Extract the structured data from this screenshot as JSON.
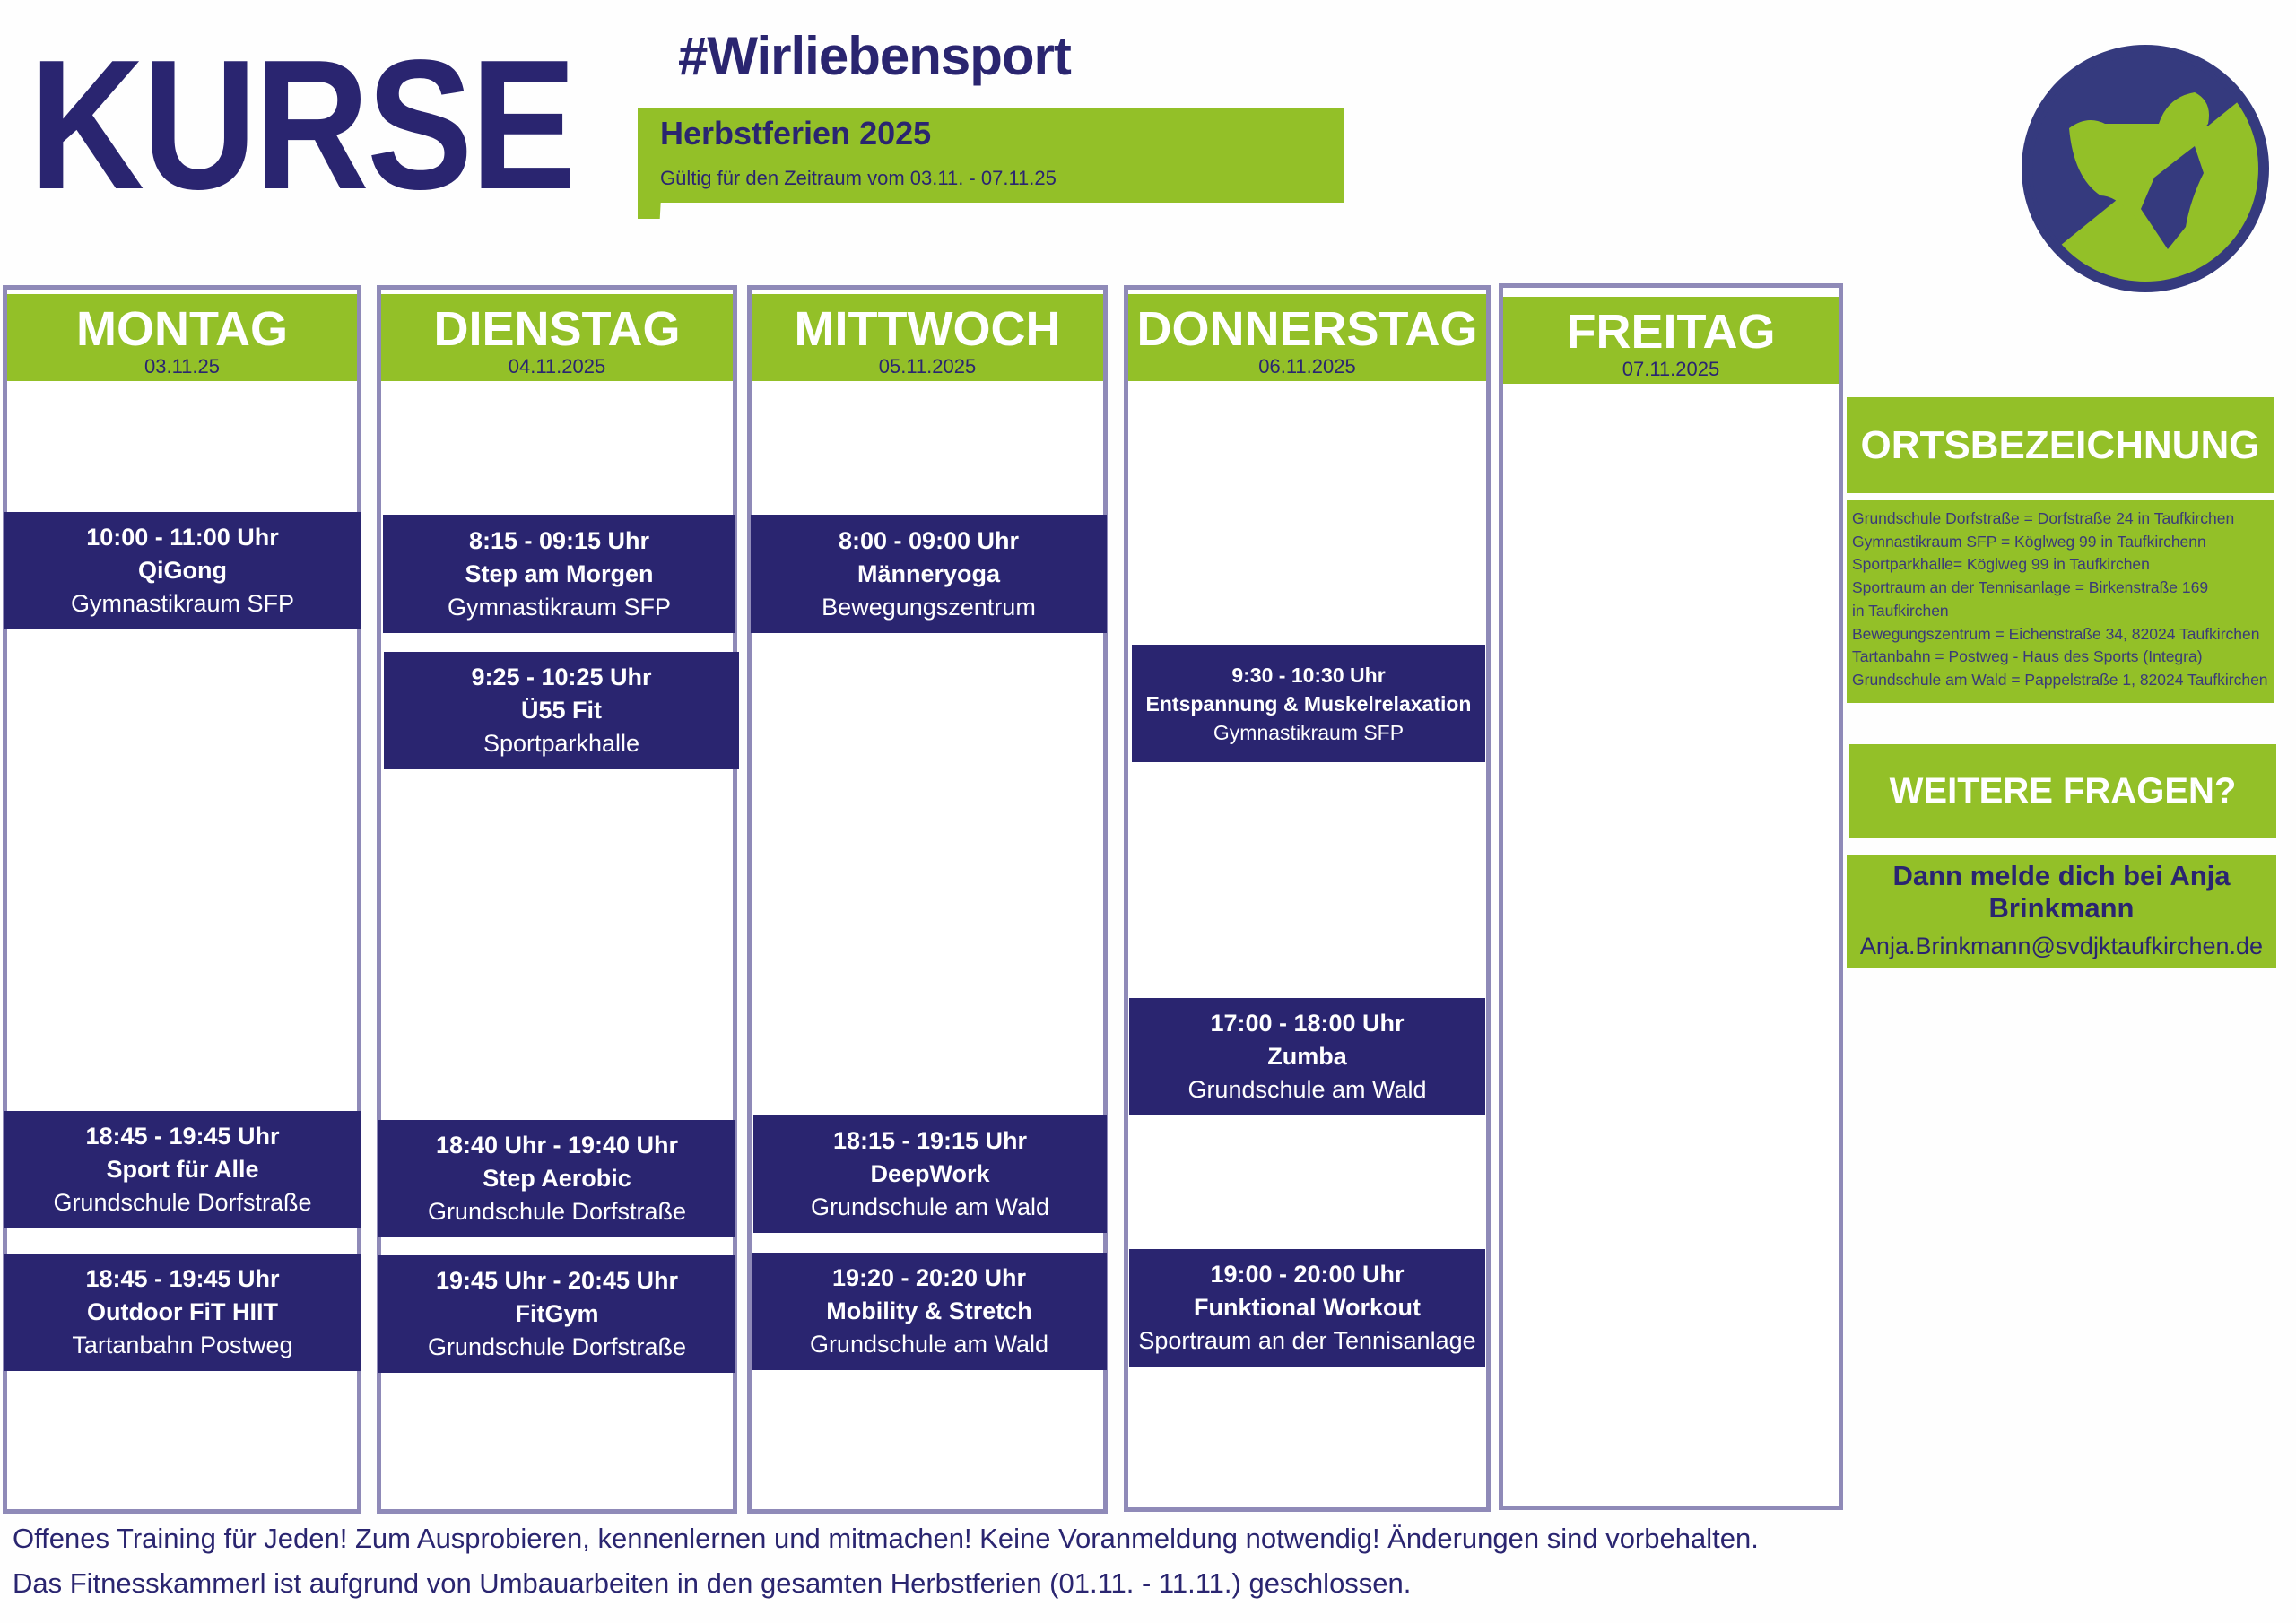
{
  "header": {
    "title": "KURSE",
    "hashtag": "#Wirliebensport",
    "season_title": "Herbstferien 2025",
    "season_validity": "Gültig für den Zeitraum vom 03.11. - 07.11.25",
    "logo": "SV-DJK Taufkirchen lion emblem"
  },
  "days": [
    {
      "name": "MONTAG",
      "date": "03.11.25",
      "courses": [
        {
          "time": "10:00 - 11:00 Uhr",
          "name": "QiGong",
          "place": "Gymnastikraum SFP"
        },
        {
          "time": "18:45 - 19:45 Uhr",
          "name": "Sport für Alle",
          "place": "Grundschule Dorfstraße"
        },
        {
          "time": "18:45 - 19:45 Uhr",
          "name": "Outdoor FiT HIIT",
          "place": "Tartanbahn Postweg"
        }
      ]
    },
    {
      "name": "DIENSTAG",
      "date": "04.11.2025",
      "courses": [
        {
          "time": "8:15 - 09:15 Uhr",
          "name": "Step am Morgen",
          "place": "Gymnastikraum SFP"
        },
        {
          "time": "9:25 - 10:25 Uhr",
          "name": "Ü55 Fit",
          "place": "Sportparkhalle"
        },
        {
          "time": "18:40 Uhr - 19:40 Uhr",
          "name": "Step Aerobic",
          "place": "Grundschule Dorfstraße"
        },
        {
          "time": "19:45 Uhr - 20:45 Uhr",
          "name": "FitGym",
          "place": "Grundschule Dorfstraße"
        }
      ]
    },
    {
      "name": "MITTWOCH",
      "date": "05.11.2025",
      "courses": [
        {
          "time": "8:00 - 09:00 Uhr",
          "name": "Männeryoga",
          "place": "Bewegungszentrum"
        },
        {
          "time": "18:15 - 19:15 Uhr",
          "name": "DeepWork",
          "place": "Grundschule am Wald"
        },
        {
          "time": "19:20 - 20:20 Uhr",
          "name": "Mobility & Stretch",
          "place": "Grundschule am Wald"
        }
      ]
    },
    {
      "name": "DONNERSTAG",
      "date": "06.11.2025",
      "courses": [
        {
          "time": "9:30 - 10:30 Uhr",
          "name": "Entspannung & Muskelrelaxation",
          "place": "Gymnastikraum SFP"
        },
        {
          "time": "17:00 - 18:00 Uhr",
          "name": "Zumba",
          "place": "Grundschule am Wald"
        },
        {
          "time": "19:00 - 20:00 Uhr",
          "name": "Funktional Workout",
          "place": "Sportraum an der Tennisanlage"
        }
      ]
    },
    {
      "name": "FREITAG",
      "date": "07.11.2025",
      "courses": []
    }
  ],
  "locations": {
    "title": "ORTSBEZEICHNUNG",
    "lines": [
      "Grundschule Dorfstraße = Dorfstraße 24 in Taufkirchen",
      "Gymnastikraum SFP = Köglweg 99 in Taufkirchenn",
      "Sportparkhalle= Köglweg 99 in Taufkirchen",
      "Sportraum an der Tennisanlage = Birkenstraße 169",
      "in Taufkirchen",
      "Bewegungszentrum = Eichenstraße 34, 82024 Taufkirchen",
      "Tartanbahn = Postweg - Haus des Sports (Integra)",
      "Grundschule am Wald = Pappelstraße 1, 82024 Taufkirchen"
    ]
  },
  "questions": {
    "title": "WEITERE FRAGEN?",
    "contact_text": "Dann melde dich bei Anja Brinkmann",
    "email": "Anja.Brinkmann@svdjktaufkirchen.de"
  },
  "footer": {
    "line1": "Offenes Training für Jeden! Zum Ausprobieren, kennenlernen und mitmachen! Keine Voranmeldung notwendig! Änderungen sind vorbehalten.",
    "line2": "Das Fitnesskammerl ist aufgrund von Umbauarbeiten in den gesamten Herbstferien (01.11. - 11.11.) geschlossen."
  },
  "colors": {
    "navy": "#2a2570",
    "green": "#93c028",
    "column_border": "#8f8ab8"
  }
}
